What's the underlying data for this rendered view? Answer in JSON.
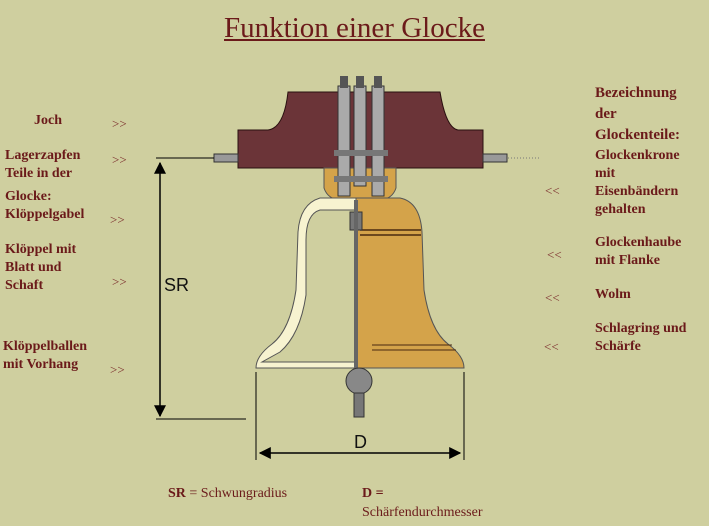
{
  "title": "Funktion einer Glocke",
  "left_labels": {
    "joch": "Joch",
    "lagerzapfen": "Lagerzapfen",
    "teile_line1": "Teile in der",
    "teile_line2": "Glocke:",
    "kloeppelgabel": "Klöppelgabel",
    "kloeppel_line1": "Klöppel mit",
    "kloeppel_line2": "Blatt und",
    "kloeppel_line3": "Schaft",
    "ballen_line1": "Klöppelballen",
    "ballen_line2": "mit Vorhang"
  },
  "right_labels": {
    "bez_line1": "Bezeichnung",
    "bez_line2": "der",
    "bez_line3": "Glockenteile:",
    "krone_line1": "Glockenkrone",
    "krone_line2": "mit",
    "krone_line3": "Eisenbändern",
    "krone_line4": "gehalten",
    "haube_line1": "Glockenhaube",
    "haube_line2": "mit Flanke",
    "wolm": "Wolm",
    "schlag_line1": "Schlagring und",
    "schlag_line2": "Schärfe"
  },
  "arrows": {
    "right": ">>",
    "left": "<<"
  },
  "dimensions": {
    "sr": "SR",
    "d": "D"
  },
  "legend": {
    "sr_key": "SR",
    "sr_text": " = Schwungradius",
    "d_key": "D",
    "d_eq": " =",
    "d_text": "Schärfendurchmesser"
  },
  "colors": {
    "background": "#cfcf9f",
    "yoke": "#6b3438",
    "bell": "#d4a34a",
    "bell_inner": "#f7f3d0",
    "text": "#6b1a1a"
  }
}
